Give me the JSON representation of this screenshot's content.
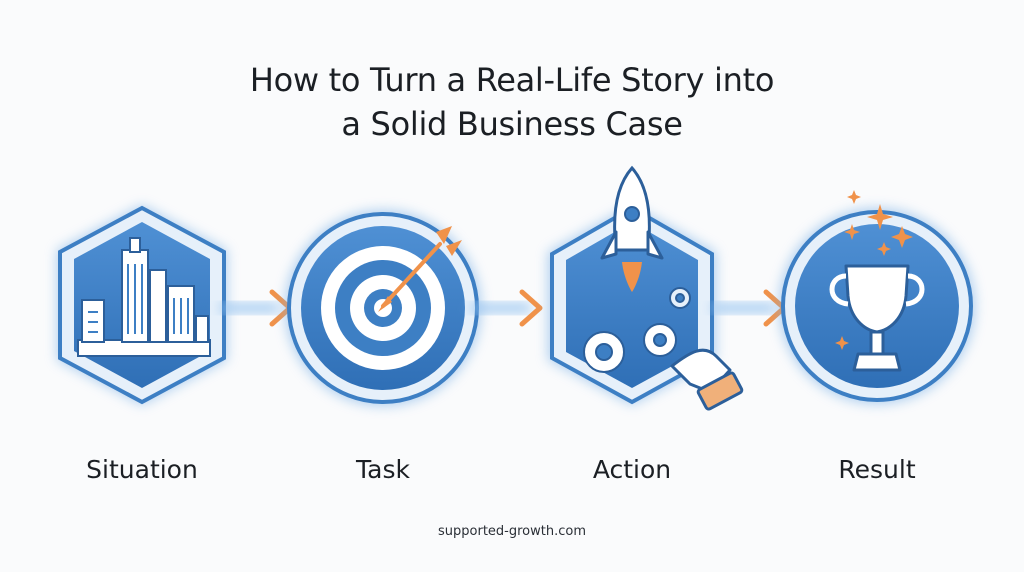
{
  "title": {
    "line1": "How to Turn a Real-Life Story into",
    "line2": "a Solid Business Case"
  },
  "steps": [
    {
      "label": "Situation",
      "shape": "hexagon",
      "icon": "city-skyline-icon"
    },
    {
      "label": "Task",
      "shape": "circle",
      "icon": "target-arrow-icon"
    },
    {
      "label": "Action",
      "shape": "hexagon",
      "icon": "rocket-gears-hand-icon"
    },
    {
      "label": "Result",
      "shape": "circle",
      "icon": "trophy-icon"
    }
  ],
  "connectors": [
    "arrow-right-icon",
    "arrow-right-icon",
    "arrow-right-icon"
  ],
  "footer": "supported-growth.com",
  "colors": {
    "primary": "#3d7fc4",
    "primary_light": "#7fb2e6",
    "accent": "#f0924a",
    "background": "#fafbfc"
  }
}
